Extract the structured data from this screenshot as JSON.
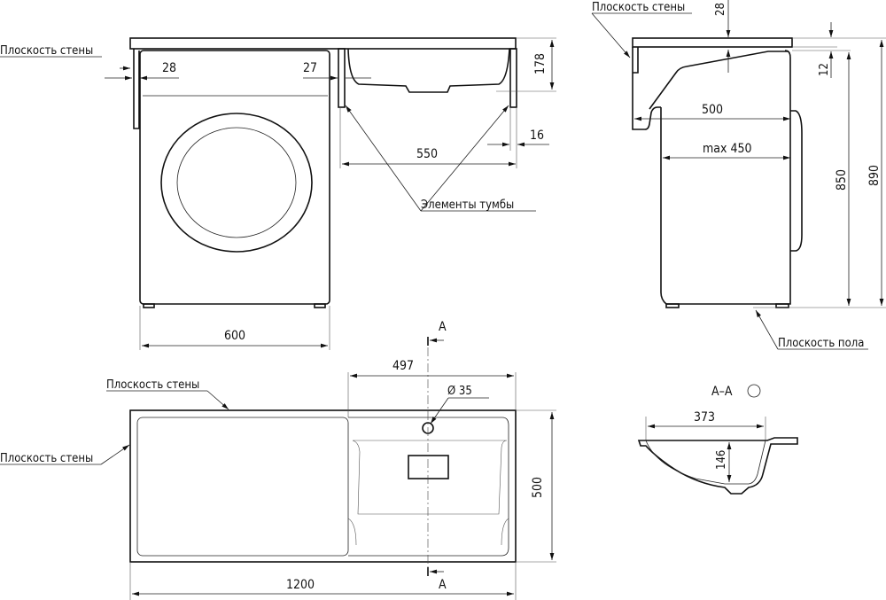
{
  "labels": {
    "wall_plane": "Плоскость стены",
    "floor_plane": "Плоскость пола",
    "cabinet_elements": "Элементы тумбы",
    "section_mark": "A",
    "section_title": "A–A"
  },
  "front_view": {
    "dim_left_gap": "28",
    "dim_right_gap": "27",
    "dim_sink_depth": "178",
    "dim_wall_thickness": "16",
    "dim_cabinet_width": "550",
    "dim_washer_width": "600"
  },
  "side_view": {
    "dim_top": "28",
    "dim_gap": "12",
    "dim_depth": "500",
    "dim_washer_depth": "max 450",
    "dim_washer_height": "850",
    "dim_total_height": "890"
  },
  "top_view": {
    "dim_tap_offset": "497",
    "dim_tap_hole": "Ø 35",
    "dim_depth": "500",
    "dim_length": "1200"
  },
  "section_view": {
    "dim_width": "373",
    "dim_depth": "146"
  }
}
